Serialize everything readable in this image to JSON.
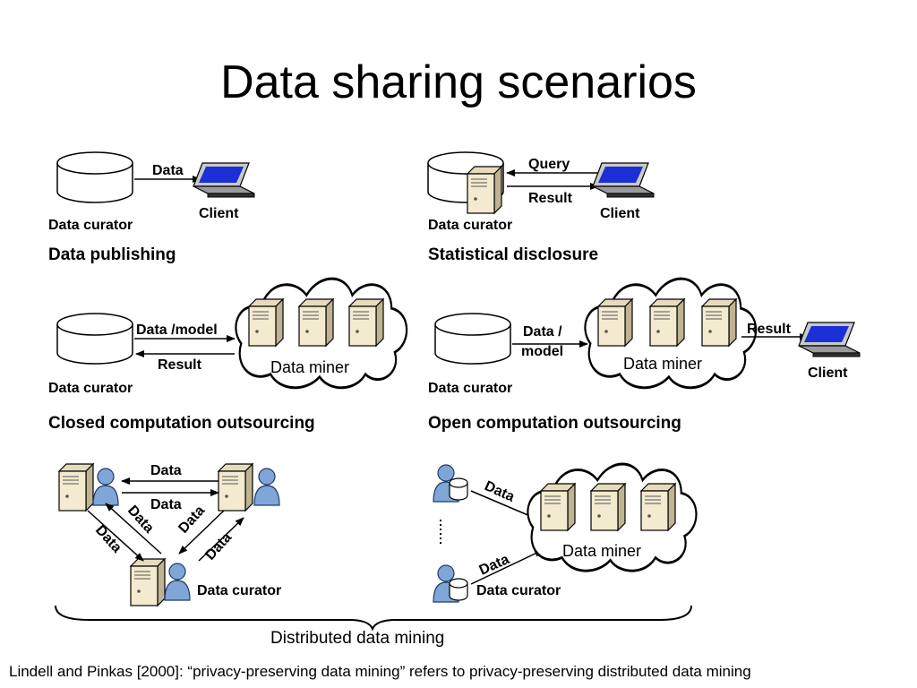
{
  "slide": {
    "title": "Data sharing scenarios",
    "footnote": "Lindell and Pinkas [2000]: “privacy-preserving data mining” refers to privacy-preserving distributed data mining"
  },
  "publishing": {
    "caption": "Data publishing",
    "curator": "Data curator",
    "arrow": "Data",
    "client": "Client"
  },
  "statistical": {
    "caption": "Statistical disclosure",
    "curator": "Data curator",
    "query": "Query",
    "result": "Result",
    "client": "Client"
  },
  "closed": {
    "caption": "Closed computation outsourcing",
    "curator": "Data curator",
    "data_model": "Data /model",
    "result": "Result",
    "miner": "Data miner"
  },
  "open": {
    "caption": "Open computation outsourcing",
    "curator": "Data curator",
    "data_model_1": "Data /",
    "data_model_2": "model",
    "miner": "Data miner",
    "result": "Result",
    "client": "Client"
  },
  "distributed_left": {
    "top_data_1": "Data",
    "top_data_2": "Data",
    "diag_1": "Data",
    "diag_2": "Data",
    "diag_3": "Data",
    "diag_4": "Data",
    "curator": "Data curator"
  },
  "distributed_right": {
    "data_1": "Data",
    "data_2": "Data",
    "miner": "Data miner",
    "curator": "Data curator"
  },
  "brace_label": "Distributed data mining",
  "colors": {
    "screen": "#1a2fd6",
    "server": "#f3ead0",
    "person": "#7fa6d6"
  }
}
